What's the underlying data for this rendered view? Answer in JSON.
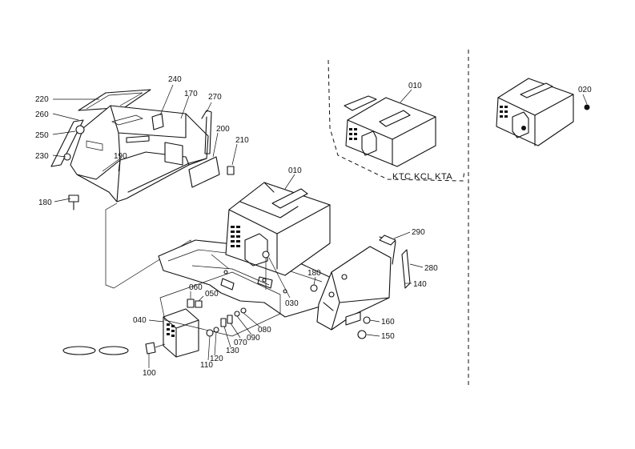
{
  "model_note": "KTC KCL KTA",
  "stamps": [
    "",
    ""
  ],
  "parts": {
    "p010_main": "010",
    "p010_variant": "010",
    "p020": "020",
    "p030": "030",
    "p040": "040",
    "p050": "050",
    "p060": "060",
    "p070": "070",
    "p080": "080",
    "p090": "090",
    "p100": "100",
    "p110": "110",
    "p120": "120",
    "p130": "130",
    "p140": "140",
    "p150": "150",
    "p160": "160",
    "p170": "170",
    "p180a": "180",
    "p180b": "180",
    "p190": "190",
    "p200": "200",
    "p210": "210",
    "p220": "220",
    "p230": "230",
    "p240": "240",
    "p250": "250",
    "p260": "260",
    "p270": "270",
    "p280": "280",
    "p290": "290"
  }
}
